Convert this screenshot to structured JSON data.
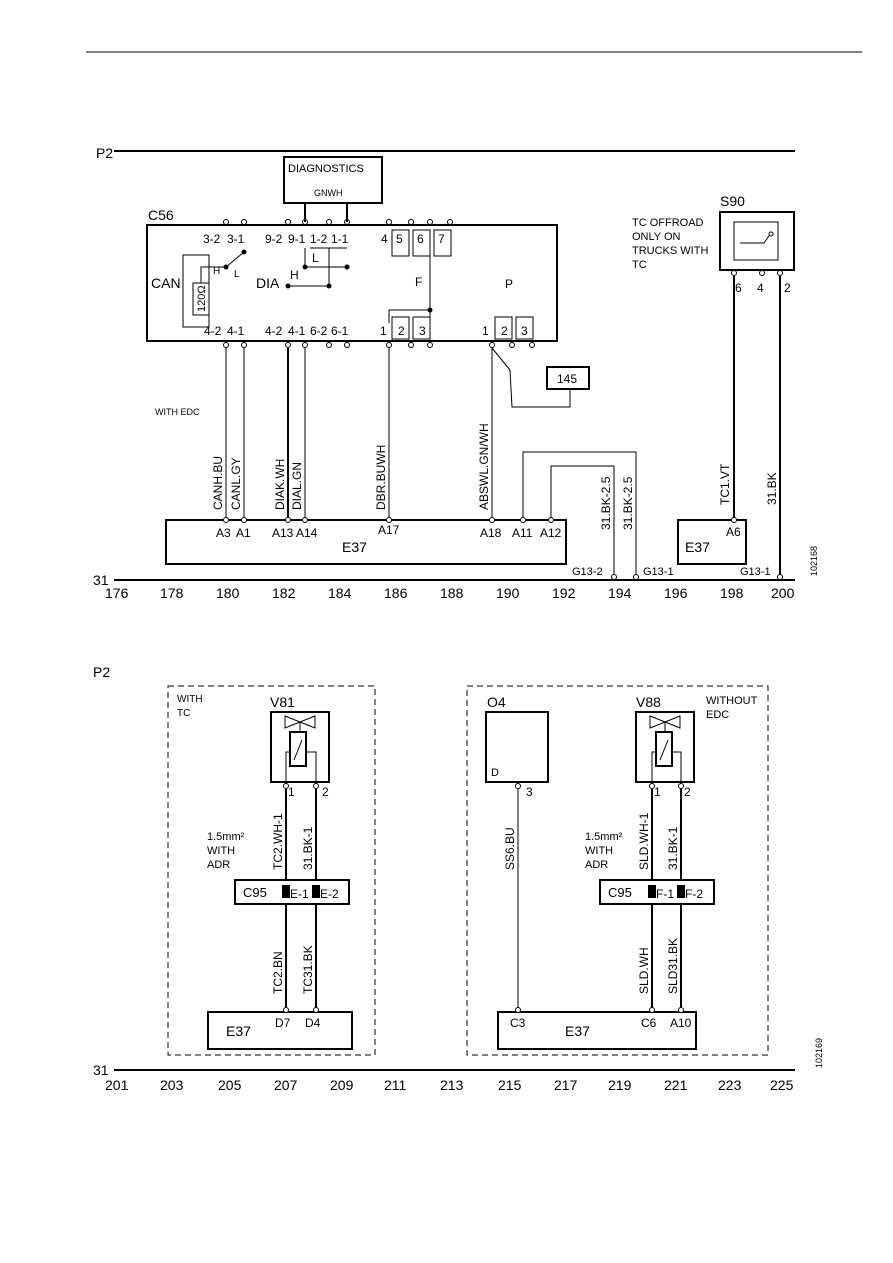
{
  "top": {
    "p2": "P2",
    "ground": "31",
    "diagnostics": "DIAGNOSTICS",
    "diag_wire": "GNWH",
    "c56": "C56",
    "can": "CAN",
    "dia": "DIA",
    "h": "H",
    "l": "L",
    "f": "F",
    "p": "P",
    "resistor": "120Ω",
    "pins_top": [
      "3-2",
      "3-1",
      "9-2",
      "9-1",
      "1-2",
      "1-1",
      "4",
      "5",
      "6",
      "7"
    ],
    "pins_bottom": [
      "4-2",
      "4-1",
      "4-2",
      "4-1",
      "6-2",
      "6-1",
      "1",
      "2",
      "3",
      "1",
      "2",
      "3"
    ],
    "ref145": "145",
    "with_edc": "WITH EDC",
    "s90": "S90",
    "s90_note": [
      "TC OFFROAD",
      "ONLY ON",
      "TRUCKS WITH",
      "TC"
    ],
    "s90_pins": [
      "6",
      "4",
      "2"
    ],
    "wires": [
      "CANH.BU",
      "CANL.GY",
      "DIAK.WH",
      "DIAL.GN",
      "DBR.BUWH",
      "ABSWL.GN/WH",
      "31.BK-2.5",
      "31.BK-2.5",
      "TC1.VT",
      "31.BK"
    ],
    "e37": "E37",
    "e37_pins": [
      "A3",
      "A1",
      "A13",
      "A14",
      "A17",
      "A18",
      "A11",
      "A12"
    ],
    "e37b_pin": "A6",
    "grounds": [
      "G13-2",
      "G13-1",
      "G13-1"
    ],
    "figure_id": "102168",
    "scale": [
      "176",
      "178",
      "180",
      "182",
      "184",
      "186",
      "188",
      "190",
      "192",
      "194",
      "196",
      "198",
      "200"
    ]
  },
  "bottom": {
    "p2": "P2",
    "ground": "31",
    "with_tc": [
      "WITH",
      "TC"
    ],
    "without_edc": [
      "WITHOUT",
      "EDC"
    ],
    "v81": "V81",
    "v88": "V88",
    "o4": "O4",
    "o4_d": "D",
    "o4_pin": "3",
    "valve_pins": [
      "1",
      "2"
    ],
    "wire_note": [
      "1.5mm²",
      "WITH",
      "ADR"
    ],
    "c95": "C95",
    "c95_left_pins": [
      "E-1",
      "E-2"
    ],
    "c95_right_pins": [
      "F-1",
      "F-2"
    ],
    "wires_left_upper": [
      "TC2.WH-1",
      "31.BK-1"
    ],
    "wires_left_lower": [
      "TC2.BN",
      "TC31.BK"
    ],
    "wire_o4": "SS6.BU",
    "wires_right_upper": [
      "SLD.WH-1",
      "31.BK-1"
    ],
    "wires_right_lower": [
      "SLD.WH",
      "SLD31.BK"
    ],
    "e37": "E37",
    "e37_left_pins": [
      "D7",
      "D4"
    ],
    "e37_right_pins": [
      "C3",
      "C6",
      "A10"
    ],
    "figure_id": "102169",
    "scale": [
      "201",
      "203",
      "205",
      "207",
      "209",
      "211",
      "213",
      "215",
      "217",
      "219",
      "221",
      "223",
      "225"
    ]
  }
}
